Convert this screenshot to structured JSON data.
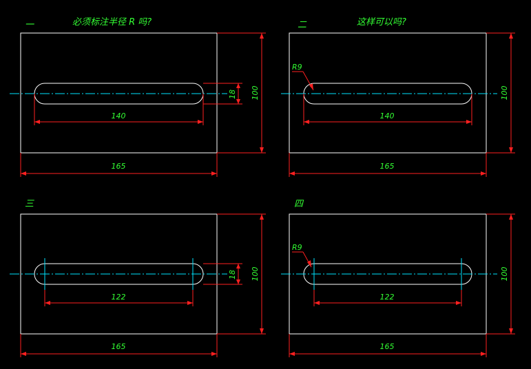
{
  "colors": {
    "background": "#000000",
    "outline": "#ffffff",
    "dimension": "#ff2020",
    "text": "#33ff33",
    "centerline": "#00e5ff"
  },
  "panels": [
    {
      "number": "一",
      "question": "必须标注半径 R 吗?",
      "overall_width": "165",
      "overall_height": "100",
      "slot_length": "140",
      "slot_width": "18",
      "radius": ""
    },
    {
      "number": "二",
      "question": "这样可以吗?",
      "overall_width": "165",
      "overall_height": "100",
      "slot_length": "140",
      "slot_width": "",
      "radius": "R9"
    },
    {
      "number": "三",
      "question": "",
      "overall_width": "165",
      "overall_height": "100",
      "slot_length": "122",
      "slot_width": "18",
      "radius": ""
    },
    {
      "number": "四",
      "question": "",
      "overall_width": "165",
      "overall_height": "100",
      "slot_length": "122",
      "slot_width": "",
      "radius": "R9"
    }
  ]
}
